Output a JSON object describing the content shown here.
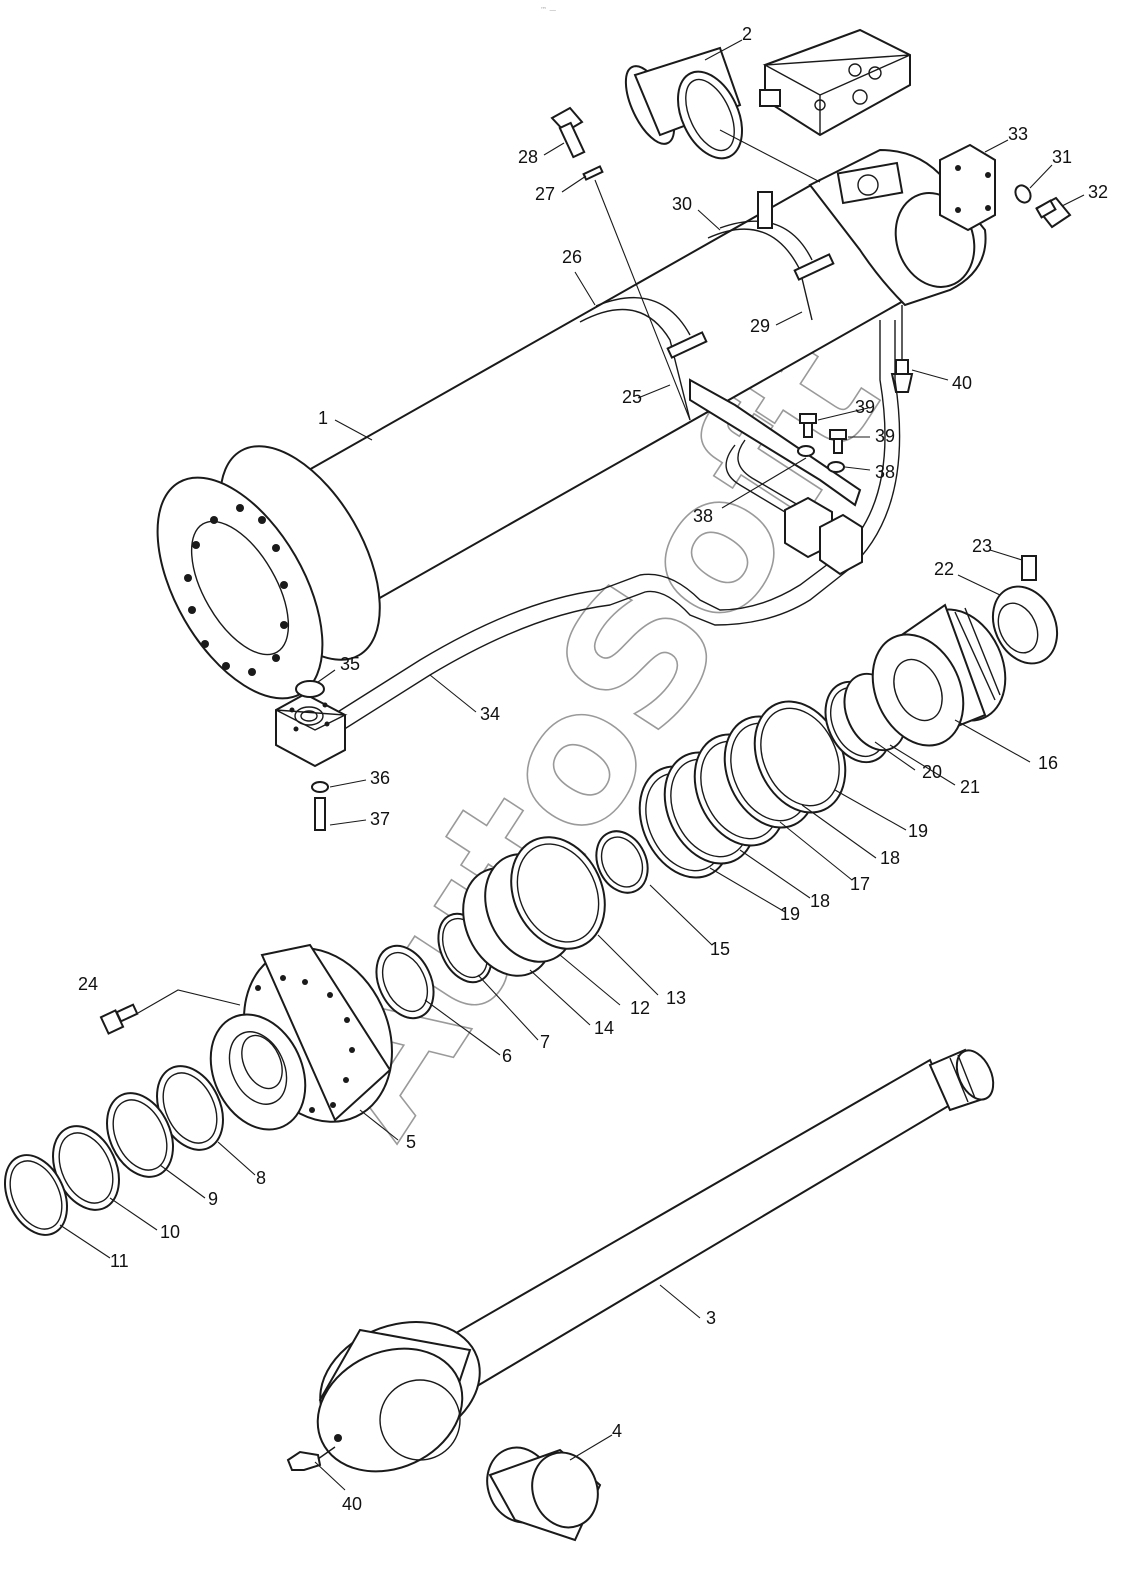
{
  "header_mark": "™ —",
  "watermark": "AutoSoft",
  "callouts": [
    {
      "id": "label-1",
      "text": "1"
    },
    {
      "id": "label-2",
      "text": "2"
    },
    {
      "id": "label-3",
      "text": "3"
    },
    {
      "id": "label-4",
      "text": "4"
    },
    {
      "id": "label-5",
      "text": "5"
    },
    {
      "id": "label-6",
      "text": "6"
    },
    {
      "id": "label-7",
      "text": "7"
    },
    {
      "id": "label-8",
      "text": "8"
    },
    {
      "id": "label-9",
      "text": "9"
    },
    {
      "id": "label-10",
      "text": "10"
    },
    {
      "id": "label-11",
      "text": "11"
    },
    {
      "id": "label-12",
      "text": "12"
    },
    {
      "id": "label-13",
      "text": "13"
    },
    {
      "id": "label-14",
      "text": "14"
    },
    {
      "id": "label-15",
      "text": "15"
    },
    {
      "id": "label-16",
      "text": "16"
    },
    {
      "id": "label-17",
      "text": "17"
    },
    {
      "id": "label-18a",
      "text": "18"
    },
    {
      "id": "label-18b",
      "text": "18"
    },
    {
      "id": "label-19a",
      "text": "19"
    },
    {
      "id": "label-19b",
      "text": "19"
    },
    {
      "id": "label-20",
      "text": "20"
    },
    {
      "id": "label-21",
      "text": "21"
    },
    {
      "id": "label-22",
      "text": "22"
    },
    {
      "id": "label-23",
      "text": "23"
    },
    {
      "id": "label-24",
      "text": "24"
    },
    {
      "id": "label-25",
      "text": "25"
    },
    {
      "id": "label-26",
      "text": "26"
    },
    {
      "id": "label-27",
      "text": "27"
    },
    {
      "id": "label-28",
      "text": "28"
    },
    {
      "id": "label-29",
      "text": "29"
    },
    {
      "id": "label-30",
      "text": "30"
    },
    {
      "id": "label-31",
      "text": "31"
    },
    {
      "id": "label-32",
      "text": "32"
    },
    {
      "id": "label-33",
      "text": "33"
    },
    {
      "id": "label-34",
      "text": "34"
    },
    {
      "id": "label-35",
      "text": "35"
    },
    {
      "id": "label-36",
      "text": "36"
    },
    {
      "id": "label-37",
      "text": "37"
    },
    {
      "id": "label-38a",
      "text": "38"
    },
    {
      "id": "label-38b",
      "text": "38"
    },
    {
      "id": "label-39a",
      "text": "39"
    },
    {
      "id": "label-39b",
      "text": "39"
    },
    {
      "id": "label-40a",
      "text": "40"
    },
    {
      "id": "label-40b",
      "text": "40"
    }
  ]
}
